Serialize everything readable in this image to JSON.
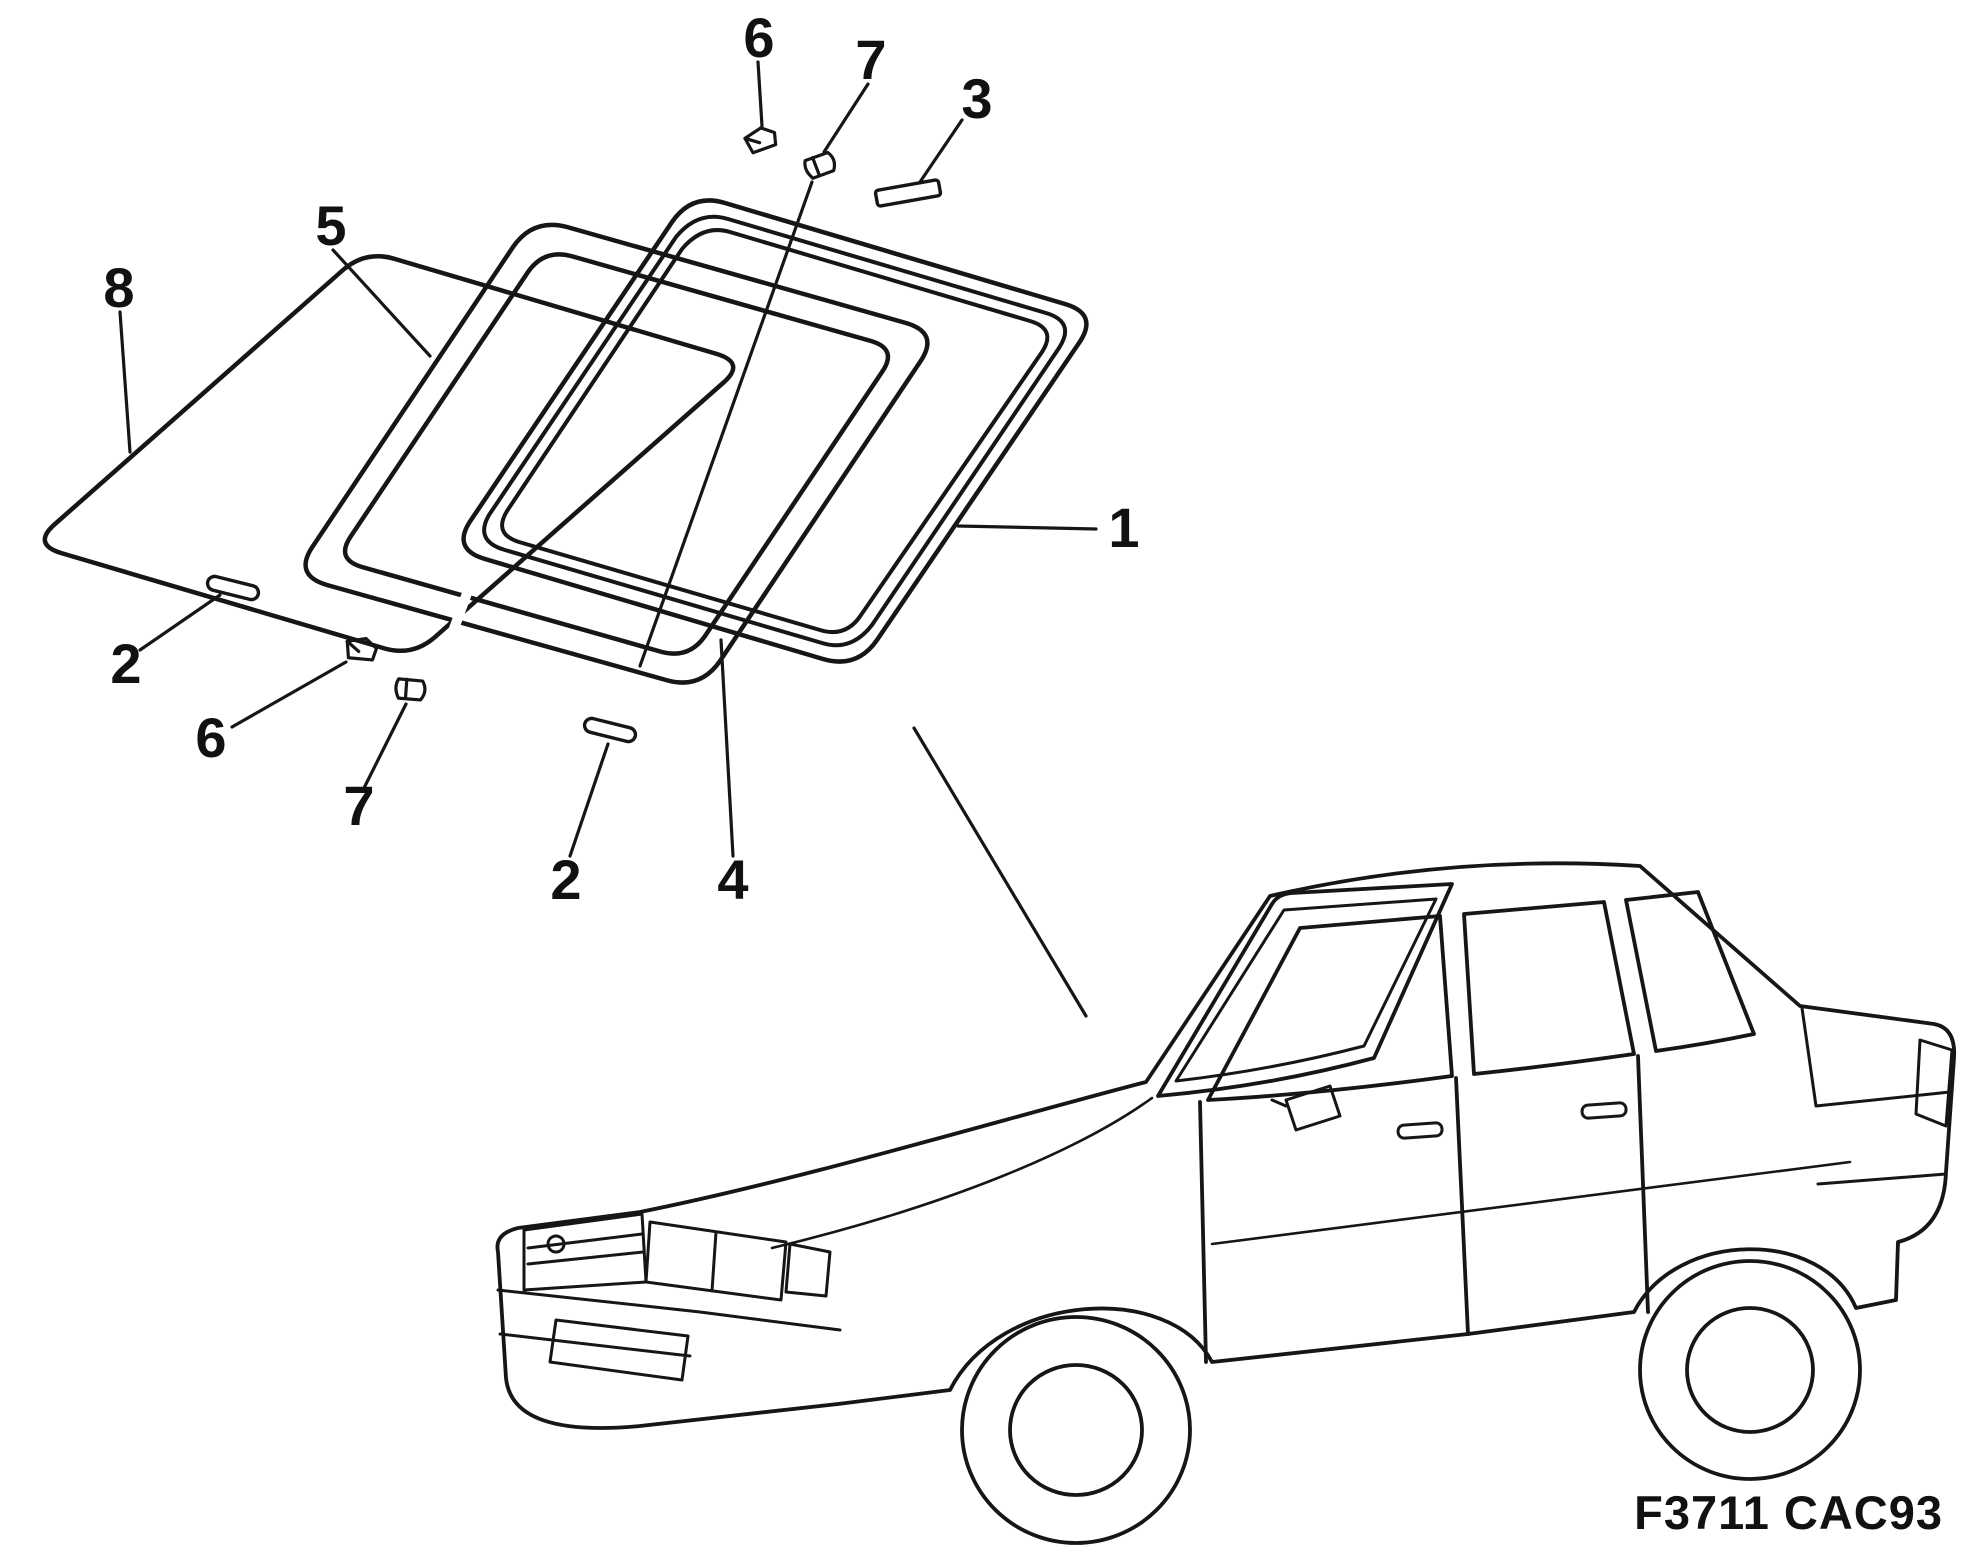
{
  "page": {
    "background": "#ffffff",
    "ink": "#161616"
  },
  "diagram": {
    "figure_code": "F3711 CAC93",
    "callouts": [
      {
        "id": "callout-1",
        "label": "1"
      },
      {
        "id": "callout-2-left",
        "label": "2"
      },
      {
        "id": "callout-2-lower",
        "label": "2"
      },
      {
        "id": "callout-3",
        "label": "3"
      },
      {
        "id": "callout-4",
        "label": "4"
      },
      {
        "id": "callout-5",
        "label": "5"
      },
      {
        "id": "callout-6-top",
        "label": "6"
      },
      {
        "id": "callout-6-lower",
        "label": "6"
      },
      {
        "id": "callout-7-top",
        "label": "7"
      },
      {
        "id": "callout-7-lower",
        "label": "7"
      },
      {
        "id": "callout-8",
        "label": "8"
      }
    ]
  }
}
